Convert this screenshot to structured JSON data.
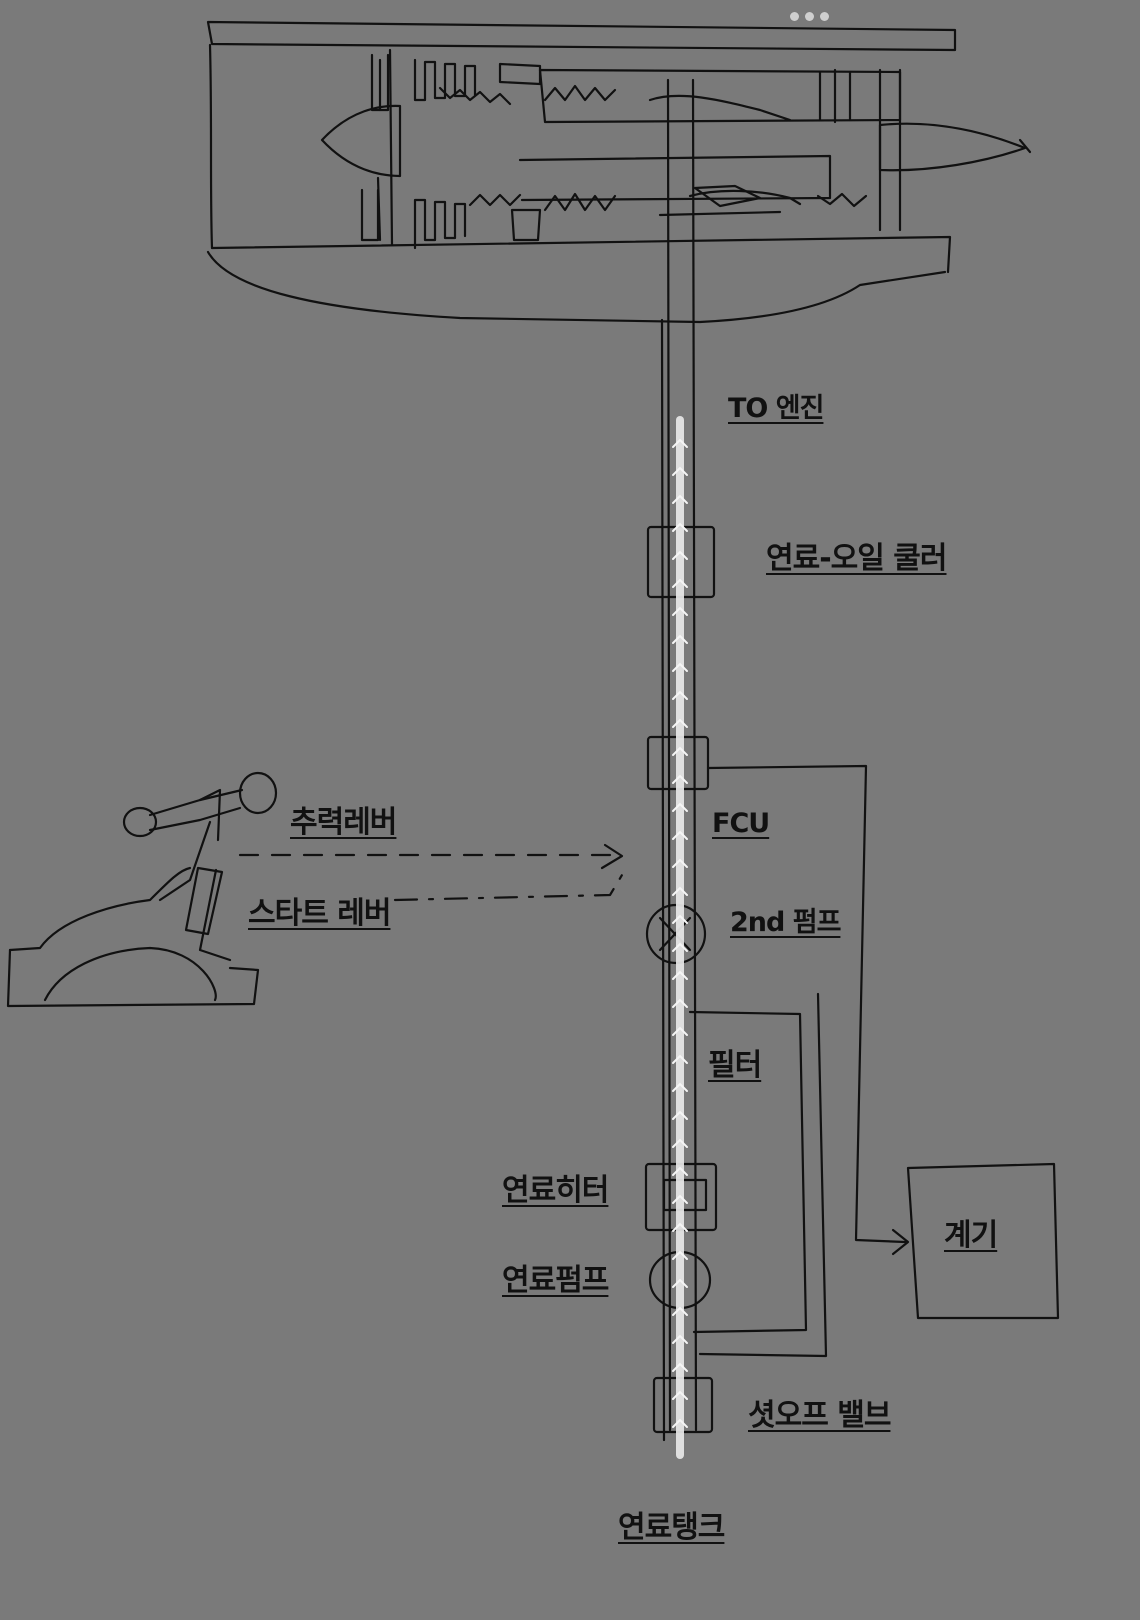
{
  "menu": {
    "icon": "more-dots-icon"
  },
  "labels": {
    "to_engine": "TO 엔진",
    "fuel_oil_cooler": "연료-오일 쿨러",
    "thrust_lever": "추력레버",
    "fcu": "FCU",
    "start_lever": "스타트 레버",
    "second_pump": "2nd 펌프",
    "filter": "필터",
    "fuel_heater": "연료히터",
    "fuel_pump": "연료펌프",
    "gauge": "계기",
    "shutoff_valve": "셧오프 밸브",
    "fuel_tank": "연료탱크"
  },
  "colors": {
    "background": "#7a7a7a",
    "ink": "#111111",
    "flow_highlight": "#e8e8e8"
  }
}
